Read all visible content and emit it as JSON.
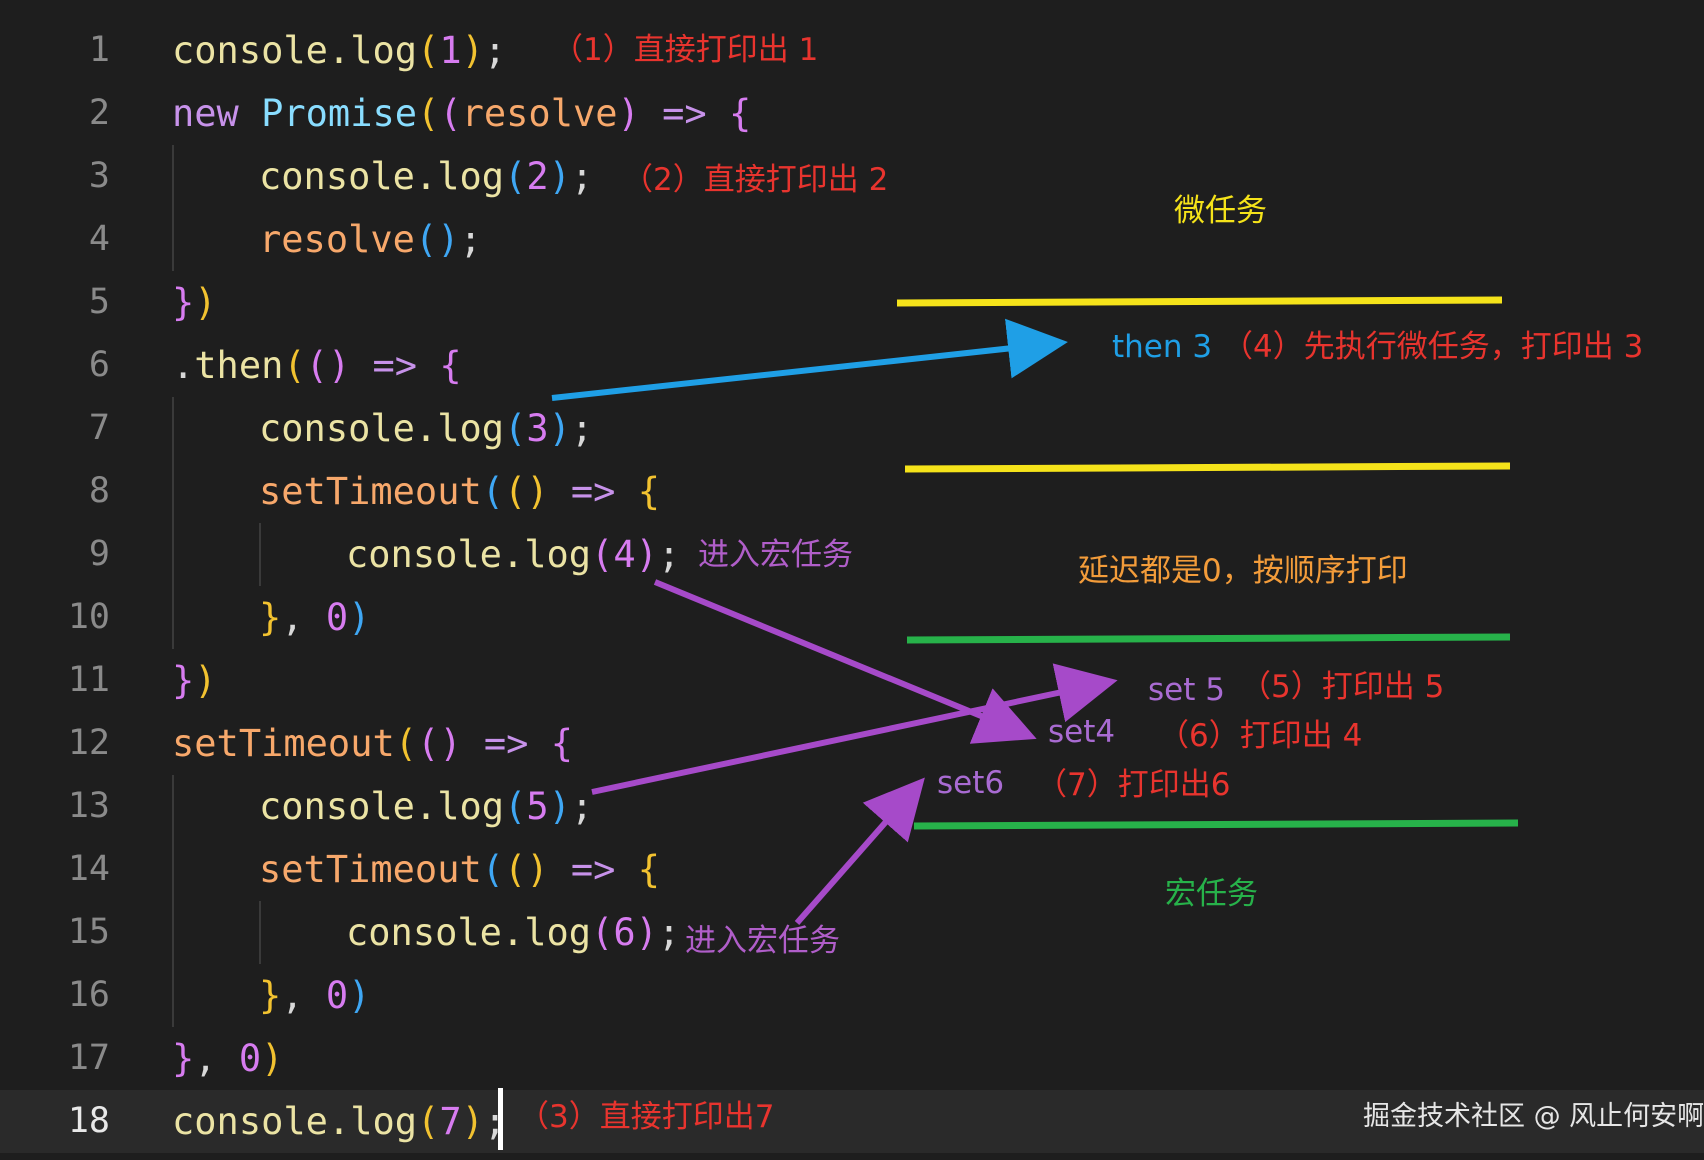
{
  "code_lines": [
    {
      "num": "1",
      "tokens": [
        {
          "t": "console.",
          "c": "fn"
        },
        {
          "t": "log",
          "c": "fn"
        },
        {
          "t": "(",
          "c": "p1"
        },
        {
          "t": "1",
          "c": "num"
        },
        {
          "t": ")",
          "c": "p1"
        },
        {
          "t": ";",
          "c": "punc"
        }
      ]
    },
    {
      "num": "2",
      "tokens": [
        {
          "t": "new ",
          "c": "kw"
        },
        {
          "t": "Promise",
          "c": "cls"
        },
        {
          "t": "(",
          "c": "p1"
        },
        {
          "t": "(",
          "c": "p2"
        },
        {
          "t": "resolve",
          "c": "param"
        },
        {
          "t": ")",
          "c": "p2"
        },
        {
          "t": " => ",
          "c": "kw"
        },
        {
          "t": "{",
          "c": "p2"
        }
      ]
    },
    {
      "num": "3",
      "indent": 1,
      "tokens": [
        {
          "t": "console.",
          "c": "fn"
        },
        {
          "t": "log",
          "c": "fn"
        },
        {
          "t": "(",
          "c": "p3"
        },
        {
          "t": "2",
          "c": "num"
        },
        {
          "t": ")",
          "c": "p3"
        },
        {
          "t": ";",
          "c": "punc"
        }
      ]
    },
    {
      "num": "4",
      "indent": 1,
      "tokens": [
        {
          "t": "resolve",
          "c": "param"
        },
        {
          "t": "(",
          "c": "p3"
        },
        {
          "t": ")",
          "c": "p3"
        },
        {
          "t": ";",
          "c": "punc"
        }
      ]
    },
    {
      "num": "5",
      "tokens": [
        {
          "t": "}",
          "c": "p2"
        },
        {
          "t": ")",
          "c": "p1"
        }
      ]
    },
    {
      "num": "6",
      "tokens": [
        {
          "t": ".",
          "c": "punc"
        },
        {
          "t": "then",
          "c": "fn"
        },
        {
          "t": "(",
          "c": "p1"
        },
        {
          "t": "(",
          "c": "p2"
        },
        {
          "t": ")",
          "c": "p2"
        },
        {
          "t": " => ",
          "c": "kw"
        },
        {
          "t": "{",
          "c": "p2"
        }
      ]
    },
    {
      "num": "7",
      "indent": 1,
      "tokens": [
        {
          "t": "console.",
          "c": "fn"
        },
        {
          "t": "log",
          "c": "fn"
        },
        {
          "t": "(",
          "c": "p3"
        },
        {
          "t": "3",
          "c": "num"
        },
        {
          "t": ")",
          "c": "p3"
        },
        {
          "t": ";",
          "c": "punc"
        }
      ]
    },
    {
      "num": "8",
      "indent": 1,
      "tokens": [
        {
          "t": "setTimeout",
          "c": "param"
        },
        {
          "t": "(",
          "c": "p3"
        },
        {
          "t": "(",
          "c": "p1"
        },
        {
          "t": ")",
          "c": "p1"
        },
        {
          "t": " => ",
          "c": "kw"
        },
        {
          "t": "{",
          "c": "p1"
        }
      ]
    },
    {
      "num": "9",
      "indent": 2,
      "tokens": [
        {
          "t": "console.",
          "c": "fn"
        },
        {
          "t": "log",
          "c": "fn"
        },
        {
          "t": "(",
          "c": "p2"
        },
        {
          "t": "4",
          "c": "num"
        },
        {
          "t": ")",
          "c": "p2"
        },
        {
          "t": ";",
          "c": "punc"
        }
      ]
    },
    {
      "num": "10",
      "indent": 1,
      "tokens": [
        {
          "t": "}",
          "c": "p1"
        },
        {
          "t": ", ",
          "c": "punc"
        },
        {
          "t": "0",
          "c": "num"
        },
        {
          "t": ")",
          "c": "p3"
        }
      ]
    },
    {
      "num": "11",
      "tokens": [
        {
          "t": "}",
          "c": "p2"
        },
        {
          "t": ")",
          "c": "p1"
        }
      ]
    },
    {
      "num": "12",
      "tokens": [
        {
          "t": "setTimeout",
          "c": "param"
        },
        {
          "t": "(",
          "c": "p1"
        },
        {
          "t": "(",
          "c": "p2"
        },
        {
          "t": ")",
          "c": "p2"
        },
        {
          "t": " => ",
          "c": "kw"
        },
        {
          "t": "{",
          "c": "p2"
        }
      ]
    },
    {
      "num": "13",
      "indent": 1,
      "tokens": [
        {
          "t": "console.",
          "c": "fn"
        },
        {
          "t": "log",
          "c": "fn"
        },
        {
          "t": "(",
          "c": "p3"
        },
        {
          "t": "5",
          "c": "num"
        },
        {
          "t": ")",
          "c": "p3"
        },
        {
          "t": ";",
          "c": "punc"
        }
      ]
    },
    {
      "num": "14",
      "indent": 1,
      "tokens": [
        {
          "t": "setTimeout",
          "c": "param"
        },
        {
          "t": "(",
          "c": "p3"
        },
        {
          "t": "(",
          "c": "p1"
        },
        {
          "t": ")",
          "c": "p1"
        },
        {
          "t": " => ",
          "c": "kw"
        },
        {
          "t": "{",
          "c": "p1"
        }
      ]
    },
    {
      "num": "15",
      "indent": 2,
      "tokens": [
        {
          "t": "console.",
          "c": "fn"
        },
        {
          "t": "log",
          "c": "fn"
        },
        {
          "t": "(",
          "c": "p2"
        },
        {
          "t": "6",
          "c": "num"
        },
        {
          "t": ")",
          "c": "p2"
        },
        {
          "t": ";",
          "c": "punc"
        }
      ]
    },
    {
      "num": "16",
      "indent": 1,
      "tokens": [
        {
          "t": "}",
          "c": "p1"
        },
        {
          "t": ", ",
          "c": "punc"
        },
        {
          "t": "0",
          "c": "num"
        },
        {
          "t": ")",
          "c": "p3"
        }
      ]
    },
    {
      "num": "17",
      "tokens": [
        {
          "t": "}",
          "c": "p2"
        },
        {
          "t": ", ",
          "c": "punc"
        },
        {
          "t": "0",
          "c": "num"
        },
        {
          "t": ")",
          "c": "p1"
        }
      ]
    },
    {
      "num": "18",
      "current": true,
      "tokens": [
        {
          "t": "console.",
          "c": "fn"
        },
        {
          "t": "log",
          "c": "fn"
        },
        {
          "t": "(",
          "c": "p1"
        },
        {
          "t": "7",
          "c": "num"
        },
        {
          "t": ")",
          "c": "p1"
        },
        {
          "t": ";",
          "c": "punc"
        }
      ]
    }
  ],
  "annotations": {
    "note_1": "（1）直接打印出 1",
    "note_2": "（2）直接打印出 2",
    "note_3": "（3）直接打印出7",
    "micro_title": "微任务",
    "then3_label": "then 3",
    "note_4": "（4）先执行微任务，打印出 3",
    "delay_note": "延迟都是0，按顺序打印",
    "enter_macro_a": "进入宏任务",
    "enter_macro_b": "进入宏任务",
    "set5_label": "set 5",
    "note_5": "（5）打印出 5",
    "set4_label": "set4",
    "note_6": "（6）打印出 4",
    "set6_label": "set6",
    "note_7": "（7）打印出6",
    "macro_title": "宏任务"
  },
  "watermark": "掘金技术社区 @ 风止何安啊",
  "colors": {
    "annotation_red": "#e8342e",
    "micro_yellow": "#f5e31a",
    "then_blue": "#1f9fe6",
    "delay_orange": "#f39c3a",
    "macro_green": "#27b24a",
    "arrow_purple": "#a64ac9",
    "purple_label": "#b05ec9",
    "set_label": "#a96bd2"
  }
}
